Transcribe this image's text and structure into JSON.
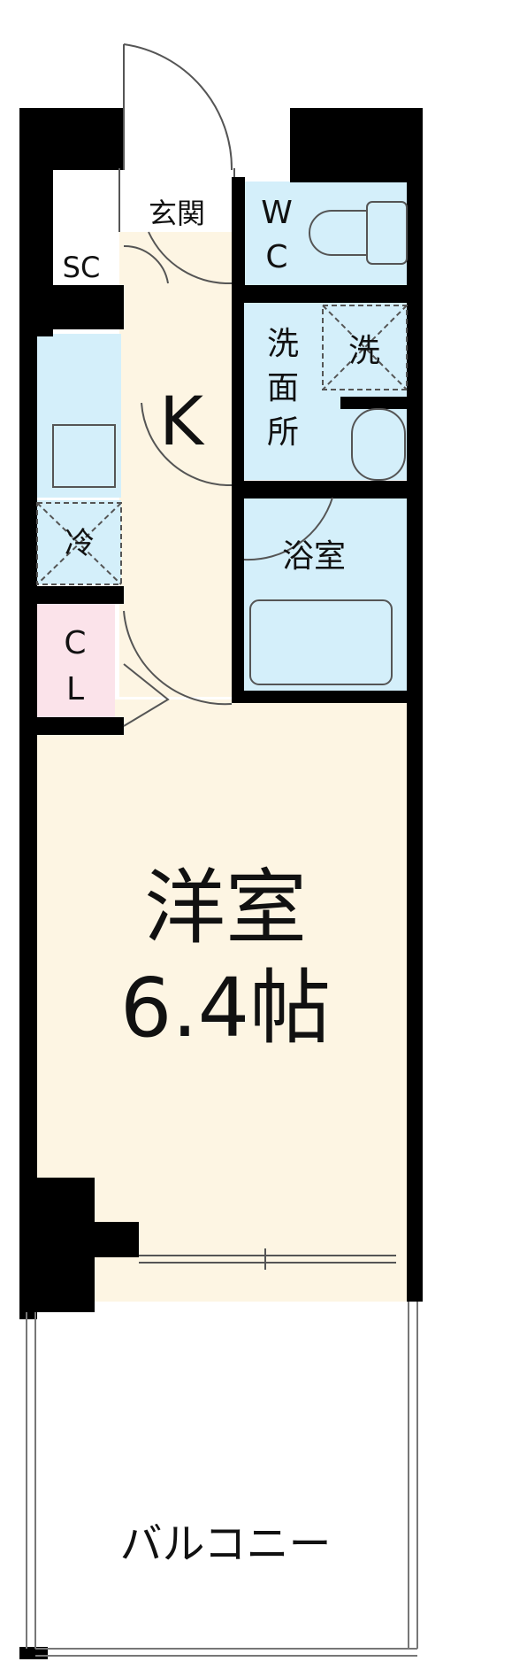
{
  "rooms": {
    "entrance": "玄関",
    "wc": [
      "W",
      "C"
    ],
    "shoe_closet": "SC",
    "washroom": [
      "洗",
      "面",
      "所"
    ],
    "washer": "洗",
    "kitchen": "K",
    "fridge": "冷",
    "bath": "浴室",
    "closet": [
      "C",
      "L"
    ],
    "western_room": "洋室",
    "western_room_size": "6.4帖",
    "balcony": "バルコニー"
  },
  "colors": {
    "wall": "#000000",
    "floor": "#fdf5e3",
    "water": "#d4effa",
    "closet": "#fbe3ea",
    "balcony": "#ffffff"
  }
}
